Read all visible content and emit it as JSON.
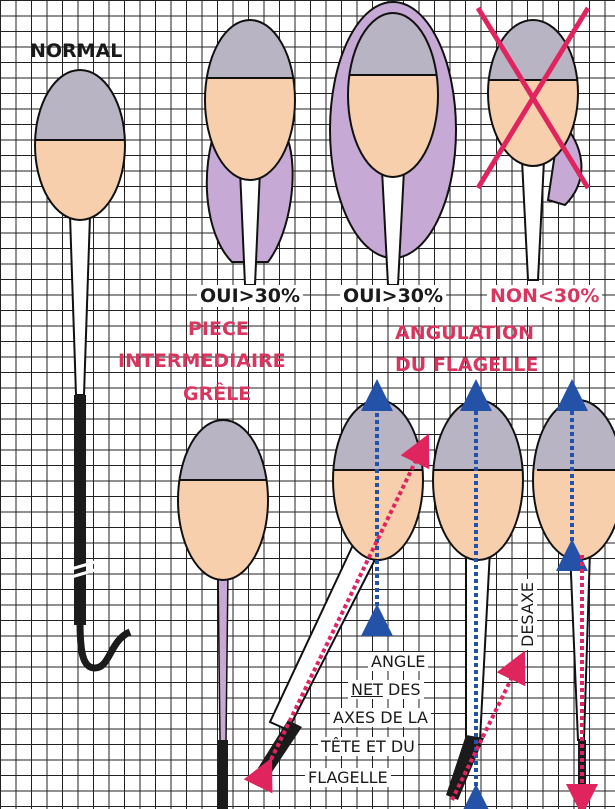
{
  "labels": {
    "normal": "NORMAL",
    "oui1": "OUI>30%",
    "oui2": "OUI>30%",
    "non": "NON<30%",
    "piece_line1": "PIECE",
    "piece_line2": "INTERMEDIAIRE",
    "piece_line3": "GRÊLE",
    "angulation_line1": "ANGULATION",
    "angulation_line2": "DU FLAGELLE",
    "angle_line1": "ANGLE",
    "angle_line2": "NET",
    "angle_line2b": "DES",
    "angle_line3": "AXES DE LA",
    "angle_line4": "TÊTE ET DU",
    "angle_line5": "FLAGELLE",
    "desaxe": "DESAXE"
  },
  "colors": {
    "acrosome": "#b9b4c4",
    "nucleus": "#f7cfac",
    "cytoplasm": "#c7a9d6",
    "midpiece": "#ffffff",
    "tail": "#1b1b1b",
    "pink_text": "#d8365f",
    "axis_blue": "#2352a8",
    "axis_red": "#e0245e"
  }
}
